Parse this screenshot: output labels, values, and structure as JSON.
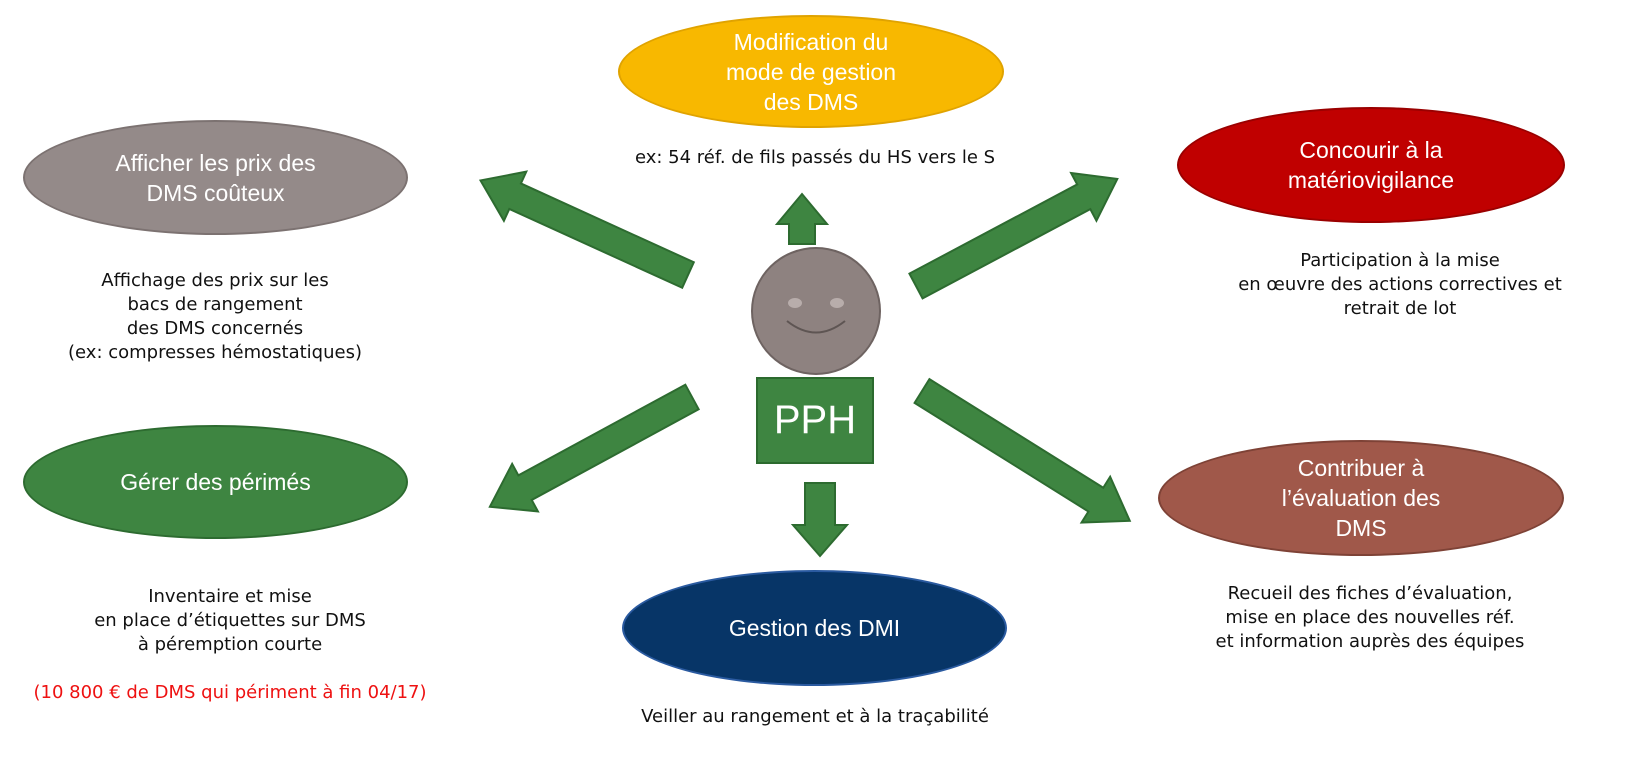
{
  "center": {
    "label": "PPH"
  },
  "nodes": [
    {
      "id": "modification",
      "label": "Modification du\nmode de gestion\ndes DMS",
      "color": "#f8b800",
      "caption": "ex: 54 réf. de fils passés du HS vers le S"
    },
    {
      "id": "afficher",
      "label": "Afficher les prix des\nDMS coûteux",
      "color": "#948a89",
      "caption": "Affichage des prix sur les\nbacs de rangement\ndes DMS concernés\n(ex: compresses hémostatiques)"
    },
    {
      "id": "concourir",
      "label": "Concourir à la\nmatériovigilance",
      "color": "#c00000",
      "caption": "Participation à la mise\n en œuvre des actions correctives et\nretrait de lot"
    },
    {
      "id": "gerer",
      "label": "Gérer des périmés",
      "color": "#3e8541",
      "caption": "Inventaire et mise\nen place d’étiquettes sur DMS\nà péremption  courte",
      "caption_highlight": "(10 800 € de DMS qui périment à fin 04/17)",
      "highlight_color": "#ee1111"
    },
    {
      "id": "contribuer",
      "label": "Contribuer à\nl’évaluation des\nDMS",
      "color": "#a0584a",
      "caption": "Recueil des fiches d’évaluation,\n mise en place des nouvelles réf.\n et information auprès des équipes"
    },
    {
      "id": "gestion_dmi",
      "label": "Gestion des DMI",
      "color": "#073567",
      "caption": "Veiller au rangement et à la traçabilité"
    }
  ]
}
